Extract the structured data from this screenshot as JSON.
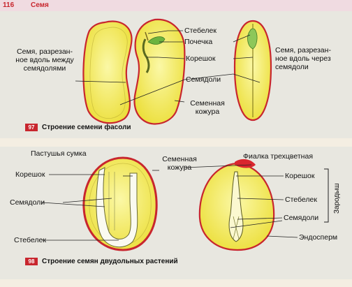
{
  "header": {
    "page_number": "116",
    "title": "Семя"
  },
  "figure97": {
    "number": "97",
    "caption": "Строение семени фасоли",
    "label_left": [
      "Семя, разрезан-",
      "ное вдоль между",
      "семядолями"
    ],
    "label_right": [
      "Семя, разрезан-",
      "ное вдоль через",
      "семядоли"
    ],
    "stem": "Стебелек",
    "bud": "Почечка",
    "root": "Корешок",
    "cotyledons": "Семядоли",
    "seed_coat": [
      "Семенная",
      "кожура"
    ]
  },
  "figure98": {
    "number": "98",
    "caption": "Строение семян двудольных растений",
    "plant_left": "Пастушья сумка",
    "plant_right": "Фиалка трехцветная",
    "seed_coat": [
      "Семенная",
      "кожура"
    ],
    "left_root": "Корешок",
    "left_cotyledons": "Семядоли",
    "left_stem": "Стебелек",
    "right_root": "Корешок",
    "right_stem": "Стебелек",
    "right_cotyledons": "Семядоли",
    "endosperm": "Эндосперм",
    "embryo": "Зародыш"
  },
  "colors": {
    "accent": "#c8262e",
    "seed_fill": "#f3ee5a",
    "outline": "#c8262e"
  }
}
